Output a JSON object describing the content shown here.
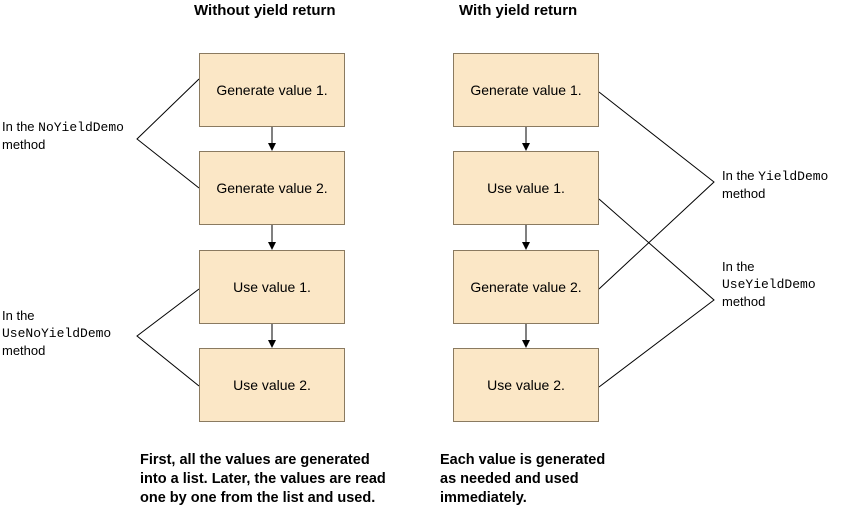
{
  "left": {
    "title": "Without yield return",
    "boxes": [
      "Generate value 1.",
      "Generate value 2.",
      "Use value 1.",
      "Use value 2."
    ],
    "label_top": {
      "prefix": "In the ",
      "code": "NoYieldDemo",
      "suffix": "method"
    },
    "label_bottom": {
      "prefix": "In the",
      "code": "UseNoYieldDemo",
      "suffix": "method"
    },
    "caption": [
      "First, all the values are generated",
      "into a list. Later, the values are read",
      "one by one from the list and used."
    ]
  },
  "right": {
    "title": "With yield return",
    "boxes": [
      "Generate value 1.",
      "Use value 1.",
      "Generate value 2.",
      "Use value 2."
    ],
    "label_top": {
      "prefix": "In the ",
      "code": "YieldDemo",
      "suffix": "method"
    },
    "label_bottom": {
      "prefix": "In the",
      "code": "UseYieldDemo",
      "suffix": "method"
    },
    "caption": [
      "Each value is generated",
      "as needed and used",
      "immediately."
    ]
  },
  "colors": {
    "box_fill": "#fbe7c6",
    "box_border": "#8a7a60",
    "line": "#000000"
  }
}
